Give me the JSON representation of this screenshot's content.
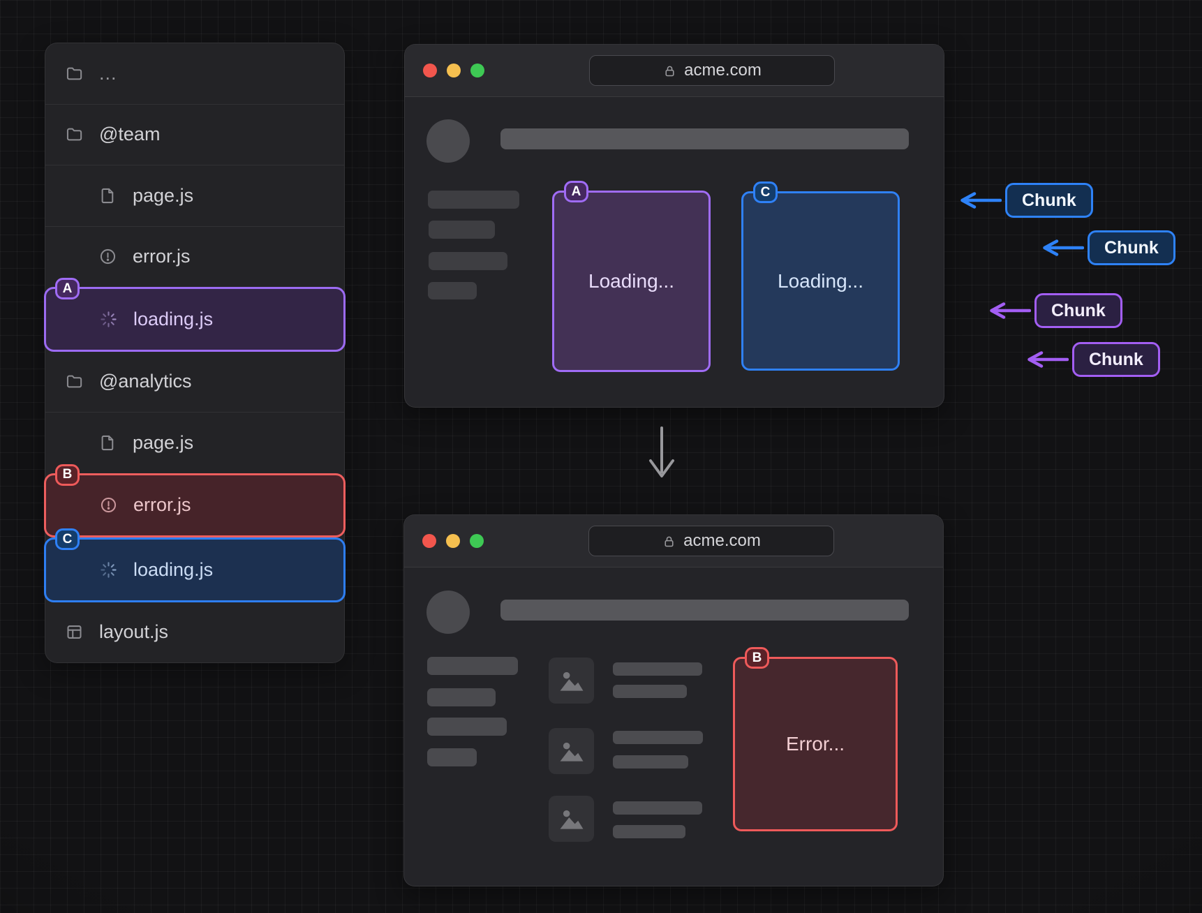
{
  "colors": {
    "accent_purple": "#a06cf5",
    "accent_blue": "#2f81f7",
    "accent_red": "#ee5a5a",
    "traffic_red": "#f2564d",
    "traffic_yellow": "#f5bf4f",
    "traffic_green": "#3ec954"
  },
  "file_tree": {
    "items": [
      {
        "label": "...",
        "icon": "folder-icon",
        "indent": 0,
        "variant": "default"
      },
      {
        "label": "@team",
        "icon": "folder-icon",
        "indent": 0,
        "variant": "default"
      },
      {
        "label": "page.js",
        "icon": "file-icon",
        "indent": 1,
        "variant": "default"
      },
      {
        "label": "error.js",
        "icon": "alert-icon",
        "indent": 1,
        "variant": "default"
      },
      {
        "label": "loading.js",
        "icon": "spinner-icon",
        "indent": 1,
        "variant": "purple",
        "badge": "A"
      },
      {
        "label": "@analytics",
        "icon": "folder-icon",
        "indent": 0,
        "variant": "default"
      },
      {
        "label": "page.js",
        "icon": "file-icon",
        "indent": 1,
        "variant": "default"
      },
      {
        "label": "error.js",
        "icon": "alert-icon",
        "indent": 1,
        "variant": "red",
        "badge": "B"
      },
      {
        "label": "loading.js",
        "icon": "spinner-icon",
        "indent": 1,
        "variant": "blue",
        "badge": "C"
      },
      {
        "label": "layout.js",
        "icon": "layout-icon",
        "indent": 0,
        "variant": "default"
      }
    ]
  },
  "top_browser": {
    "url": "acme.com",
    "cards": [
      {
        "badge": "A",
        "label": "Loading...",
        "variant": "purple"
      },
      {
        "badge": "C",
        "label": "Loading...",
        "variant": "blue"
      }
    ]
  },
  "bottom_browser": {
    "url": "acme.com",
    "cards": [
      {
        "badge": "B",
        "label": "Error...",
        "variant": "red"
      }
    ]
  },
  "chunk_labels": [
    {
      "label": "Chunk",
      "variant": "blue"
    },
    {
      "label": "Chunk",
      "variant": "blue"
    },
    {
      "label": "Chunk",
      "variant": "purple"
    },
    {
      "label": "Chunk",
      "variant": "purple"
    }
  ]
}
